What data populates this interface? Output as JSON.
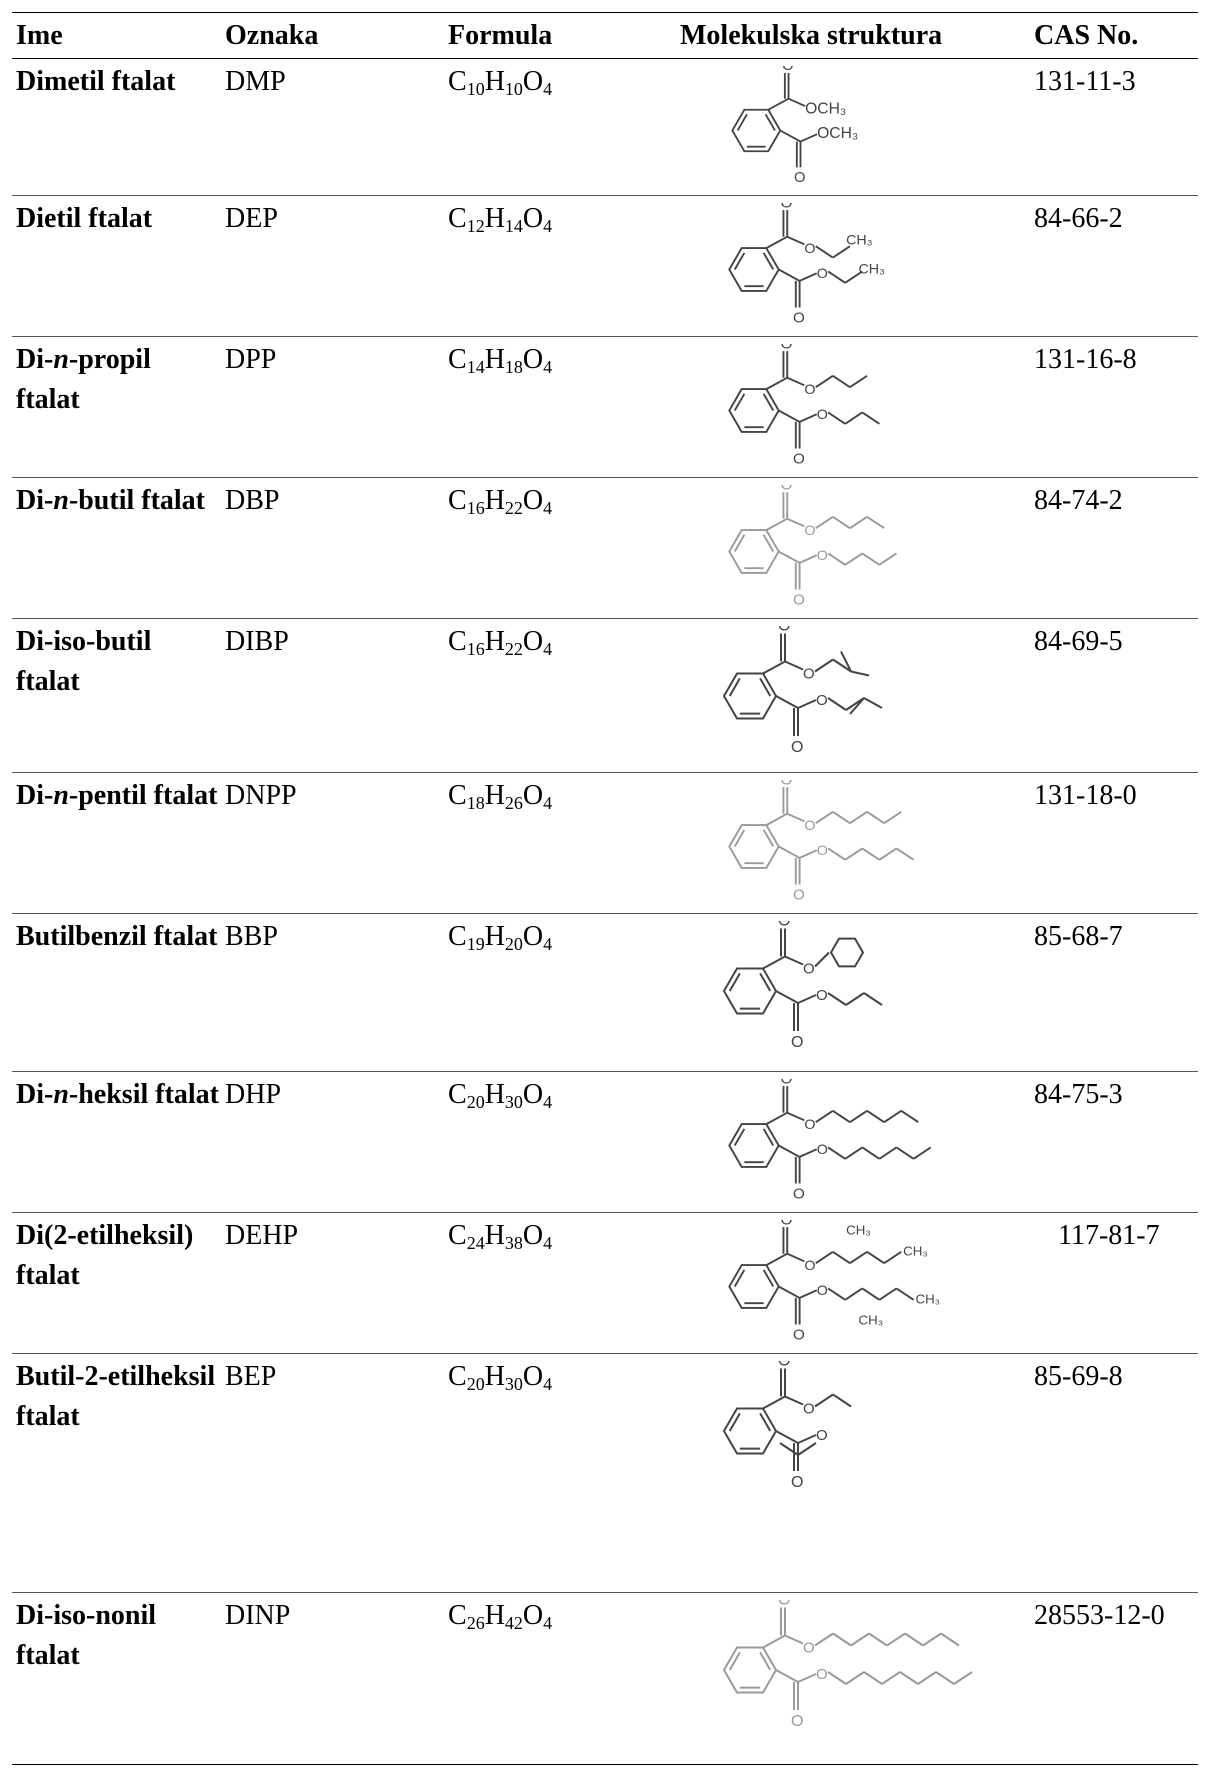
{
  "header": {
    "name": "Ime",
    "code": "Oznaka",
    "formula": "Formula",
    "structure": "Molekulska struktura",
    "cas": "CAS No."
  },
  "rows": [
    {
      "name": "Dimetil ftalat",
      "code": "DMP",
      "formula": [
        [
          "C",
          "10"
        ],
        [
          "H",
          "10"
        ],
        [
          "O",
          "4"
        ]
      ],
      "cas": "131-11-3",
      "struct_chain": "OCH3",
      "struct_label_a": "OCH₃",
      "struct_label_b": "OCH₃"
    },
    {
      "name": "Dietil ftalat",
      "code": "DEP",
      "formula": [
        [
          "C",
          "12"
        ],
        [
          "H",
          "14"
        ],
        [
          "O",
          "4"
        ]
      ],
      "cas": "84-66-2",
      "struct_label_a": "CH₃",
      "struct_label_b": "CH₃"
    },
    {
      "name": "Di-n-propil ftalat",
      "code": "DPP",
      "formula": [
        [
          "C",
          "14"
        ],
        [
          "H",
          "18"
        ],
        [
          "O",
          "4"
        ]
      ],
      "cas": "131-16-8"
    },
    {
      "name": "Di-n-butil ftalat",
      "code": "DBP",
      "formula": [
        [
          "C",
          "16"
        ],
        [
          "H",
          "22"
        ],
        [
          "O",
          "4"
        ]
      ],
      "cas": "84-74-2"
    },
    {
      "name": "Di-iso-butil ftalat",
      "code": "DIBP",
      "formula": [
        [
          "C",
          "16"
        ],
        [
          "H",
          "22"
        ],
        [
          "O",
          "4"
        ]
      ],
      "cas": "84-69-5"
    },
    {
      "name": "Di-n-pentil ftalat",
      "code": "DNPP",
      "formula": [
        [
          "C",
          "18"
        ],
        [
          "H",
          "26"
        ],
        [
          "O",
          "4"
        ]
      ],
      "cas": "131-18-0"
    },
    {
      "name": "Butilbenzil ftalat",
      "code": "BBP",
      "formula": [
        [
          "C",
          "19"
        ],
        [
          "H",
          "20"
        ],
        [
          "O",
          "4"
        ]
      ],
      "cas": "85-68-7"
    },
    {
      "name": "Di-n-heksil ftalat",
      "code": "DHP",
      "formula": [
        [
          "C",
          "20"
        ],
        [
          "H",
          "30"
        ],
        [
          "O",
          "4"
        ]
      ],
      "cas": "84-75-3"
    },
    {
      "name": "Di(2-etilheksil) ftalat",
      "code": "DEHP",
      "formula": [
        [
          "C",
          "24"
        ],
        [
          "H",
          "38"
        ],
        [
          "O",
          "4"
        ]
      ],
      "cas": "117-81-7",
      "struct_label_a": "CH₃",
      "struct_label_b": "CH₃",
      "struct_label_c": "CH₃",
      "struct_label_d": "CH₃"
    },
    {
      "name": "Butil-2-etilheksil ftalat",
      "code": "BEP",
      "formula": [
        [
          "C",
          "20"
        ],
        [
          "H",
          "30"
        ],
        [
          "O",
          "4"
        ]
      ],
      "cas": "85-69-8"
    },
    {
      "name": "Di-iso-nonil ftalat",
      "code": "DINP",
      "formula": [
        [
          "C",
          "26"
        ],
        [
          "H",
          "42"
        ],
        [
          "O",
          "4"
        ]
      ],
      "cas": "28553-12-0"
    }
  ],
  "atom_o": "O",
  "colors": {
    "text": "#000000",
    "struct": "#444444",
    "struct_light": "#9a9a9a"
  }
}
